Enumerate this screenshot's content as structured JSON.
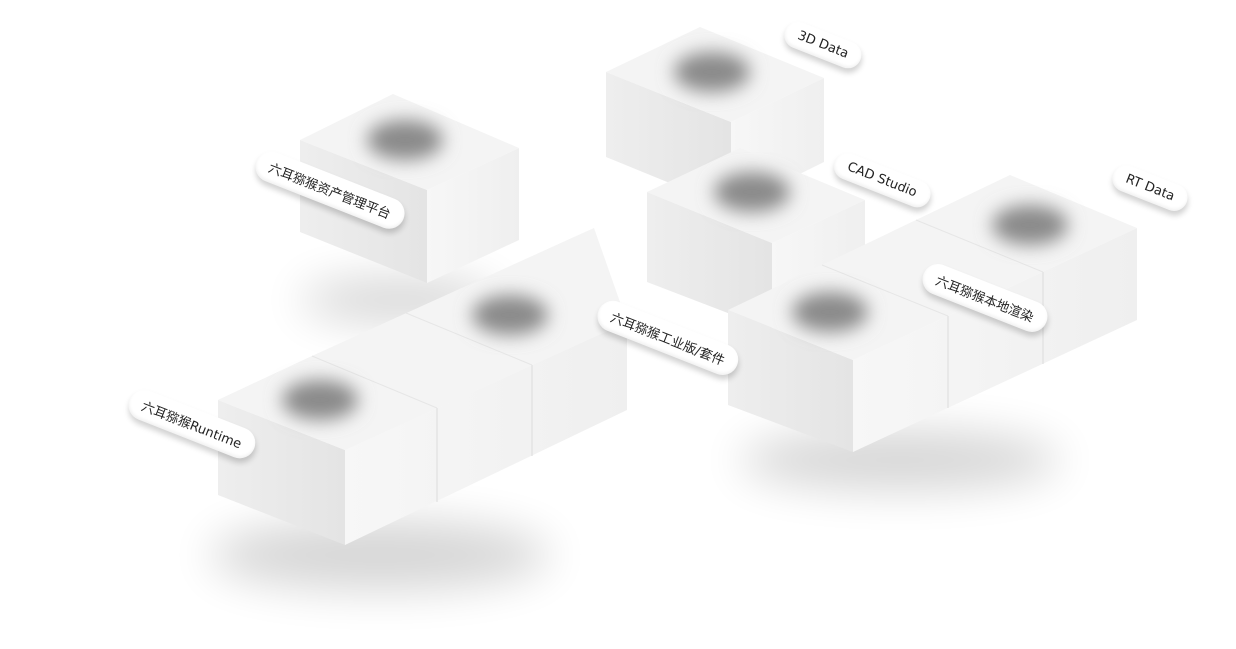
{
  "labels": {
    "data3d": "3D Data",
    "cad_studio": "CAD Studio",
    "rt_data": "RT Data",
    "asset_platform": "六耳猕猴资产管理平台",
    "industrial": "六耳猕猴工业版/套件",
    "local_render": "六耳猕猴本地渲染",
    "runtime": "六耳猕猴Runtime"
  },
  "colors": {
    "top": "#f4f4f4",
    "left": "#e9e9e9",
    "right": "#f5f5f5",
    "blob": "#8a8a8a"
  }
}
